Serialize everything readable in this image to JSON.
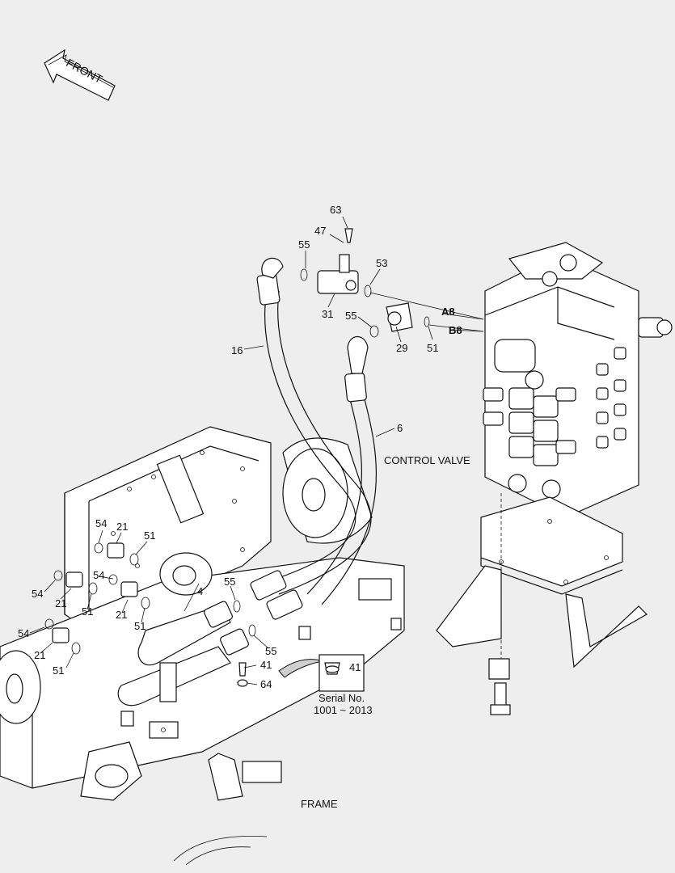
{
  "diagram": {
    "front_label": "FRONT",
    "control_valve_label": "CONTROL VALVE",
    "frame_label": "FRAME",
    "serial_label": "Serial No.",
    "serial_range": "1001 ~ 2013",
    "port_a": "A8",
    "port_b": "B8",
    "callouts": {
      "p63": "63",
      "p47": "47",
      "p55a": "55",
      "p53": "53",
      "p31": "31",
      "p55b": "55",
      "p29": "29",
      "p51a": "51",
      "p16": "16",
      "p6": "6",
      "p54a": "54",
      "p21a": "21",
      "p51b": "51",
      "p54b": "54",
      "p21b": "21",
      "p51c": "51",
      "p54c": "54",
      "p21c": "21",
      "p51d": "51",
      "p54d": "54",
      "p21d": "21",
      "p51e": "51",
      "p4": "4",
      "p55c": "55",
      "p55d": "55",
      "p41": "41",
      "p64": "64",
      "p41box": "41"
    }
  }
}
